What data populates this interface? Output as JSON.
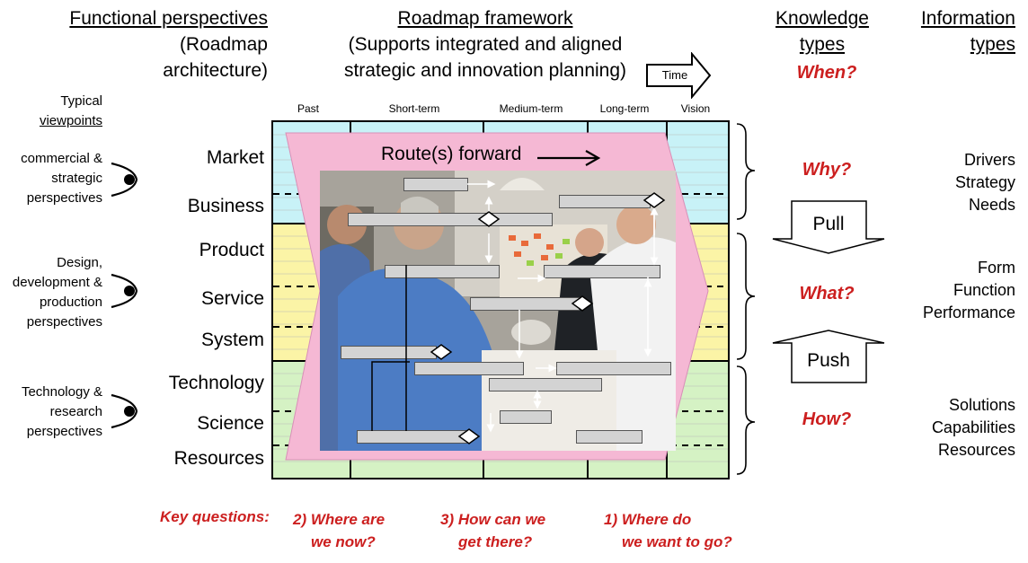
{
  "headers": {
    "functional_line1": "Functional perspectives",
    "functional_line2": "(Roadmap",
    "functional_line3": "architecture)",
    "roadmap_line1": "Roadmap framework",
    "roadmap_line2": "(Supports integrated and aligned",
    "roadmap_line3": "strategic and innovation planning)",
    "knowledge_line1": "Knowledge",
    "knowledge_line2": "types",
    "information_line1": "Information",
    "information_line2": "types"
  },
  "typical_viewpoints": {
    "line1": "Typical",
    "line2": "viewpoints"
  },
  "time_arrow": "Time",
  "time_columns": [
    "Past",
    "Short-term",
    "Medium-term",
    "Long-term",
    "Vision"
  ],
  "perspectives": [
    {
      "lines": [
        "commercial &",
        "strategic",
        "perspectives"
      ]
    },
    {
      "lines": [
        "Design,",
        "development &",
        "production",
        "perspectives"
      ]
    },
    {
      "lines": [
        "Technology &",
        "research",
        "perspectives"
      ]
    }
  ],
  "layers": [
    "Market",
    "Business",
    "Product",
    "Service",
    "System",
    "Technology",
    "Science",
    "Resources"
  ],
  "route_label": "Route(s) forward",
  "questions": {
    "when": "When?",
    "why": "Why?",
    "what": "What?",
    "how": "How?"
  },
  "pull_label": "Pull",
  "push_label": "Push",
  "information": {
    "top": [
      "Drivers",
      "Strategy",
      "Needs"
    ],
    "middle": [
      "Form",
      "Function",
      "Performance"
    ],
    "bottom": [
      "Solutions",
      "Capabilities",
      "Resources"
    ]
  },
  "key_questions": {
    "label": "Key questions:",
    "q2_line1": "2) Where are",
    "q2_line2": "we now?",
    "q3_line1": "3) How can we",
    "q3_line2": "get there?",
    "q1_line1": "1) Where do",
    "q1_line2": "we want to go?"
  },
  "colors": {
    "band_top": "#c8f2f7",
    "band_middle": "#fbf4a6",
    "band_bottom": "#d5f2c4",
    "pink_arrow": "#f5b8d4",
    "question_red": "#cc1f1f"
  }
}
